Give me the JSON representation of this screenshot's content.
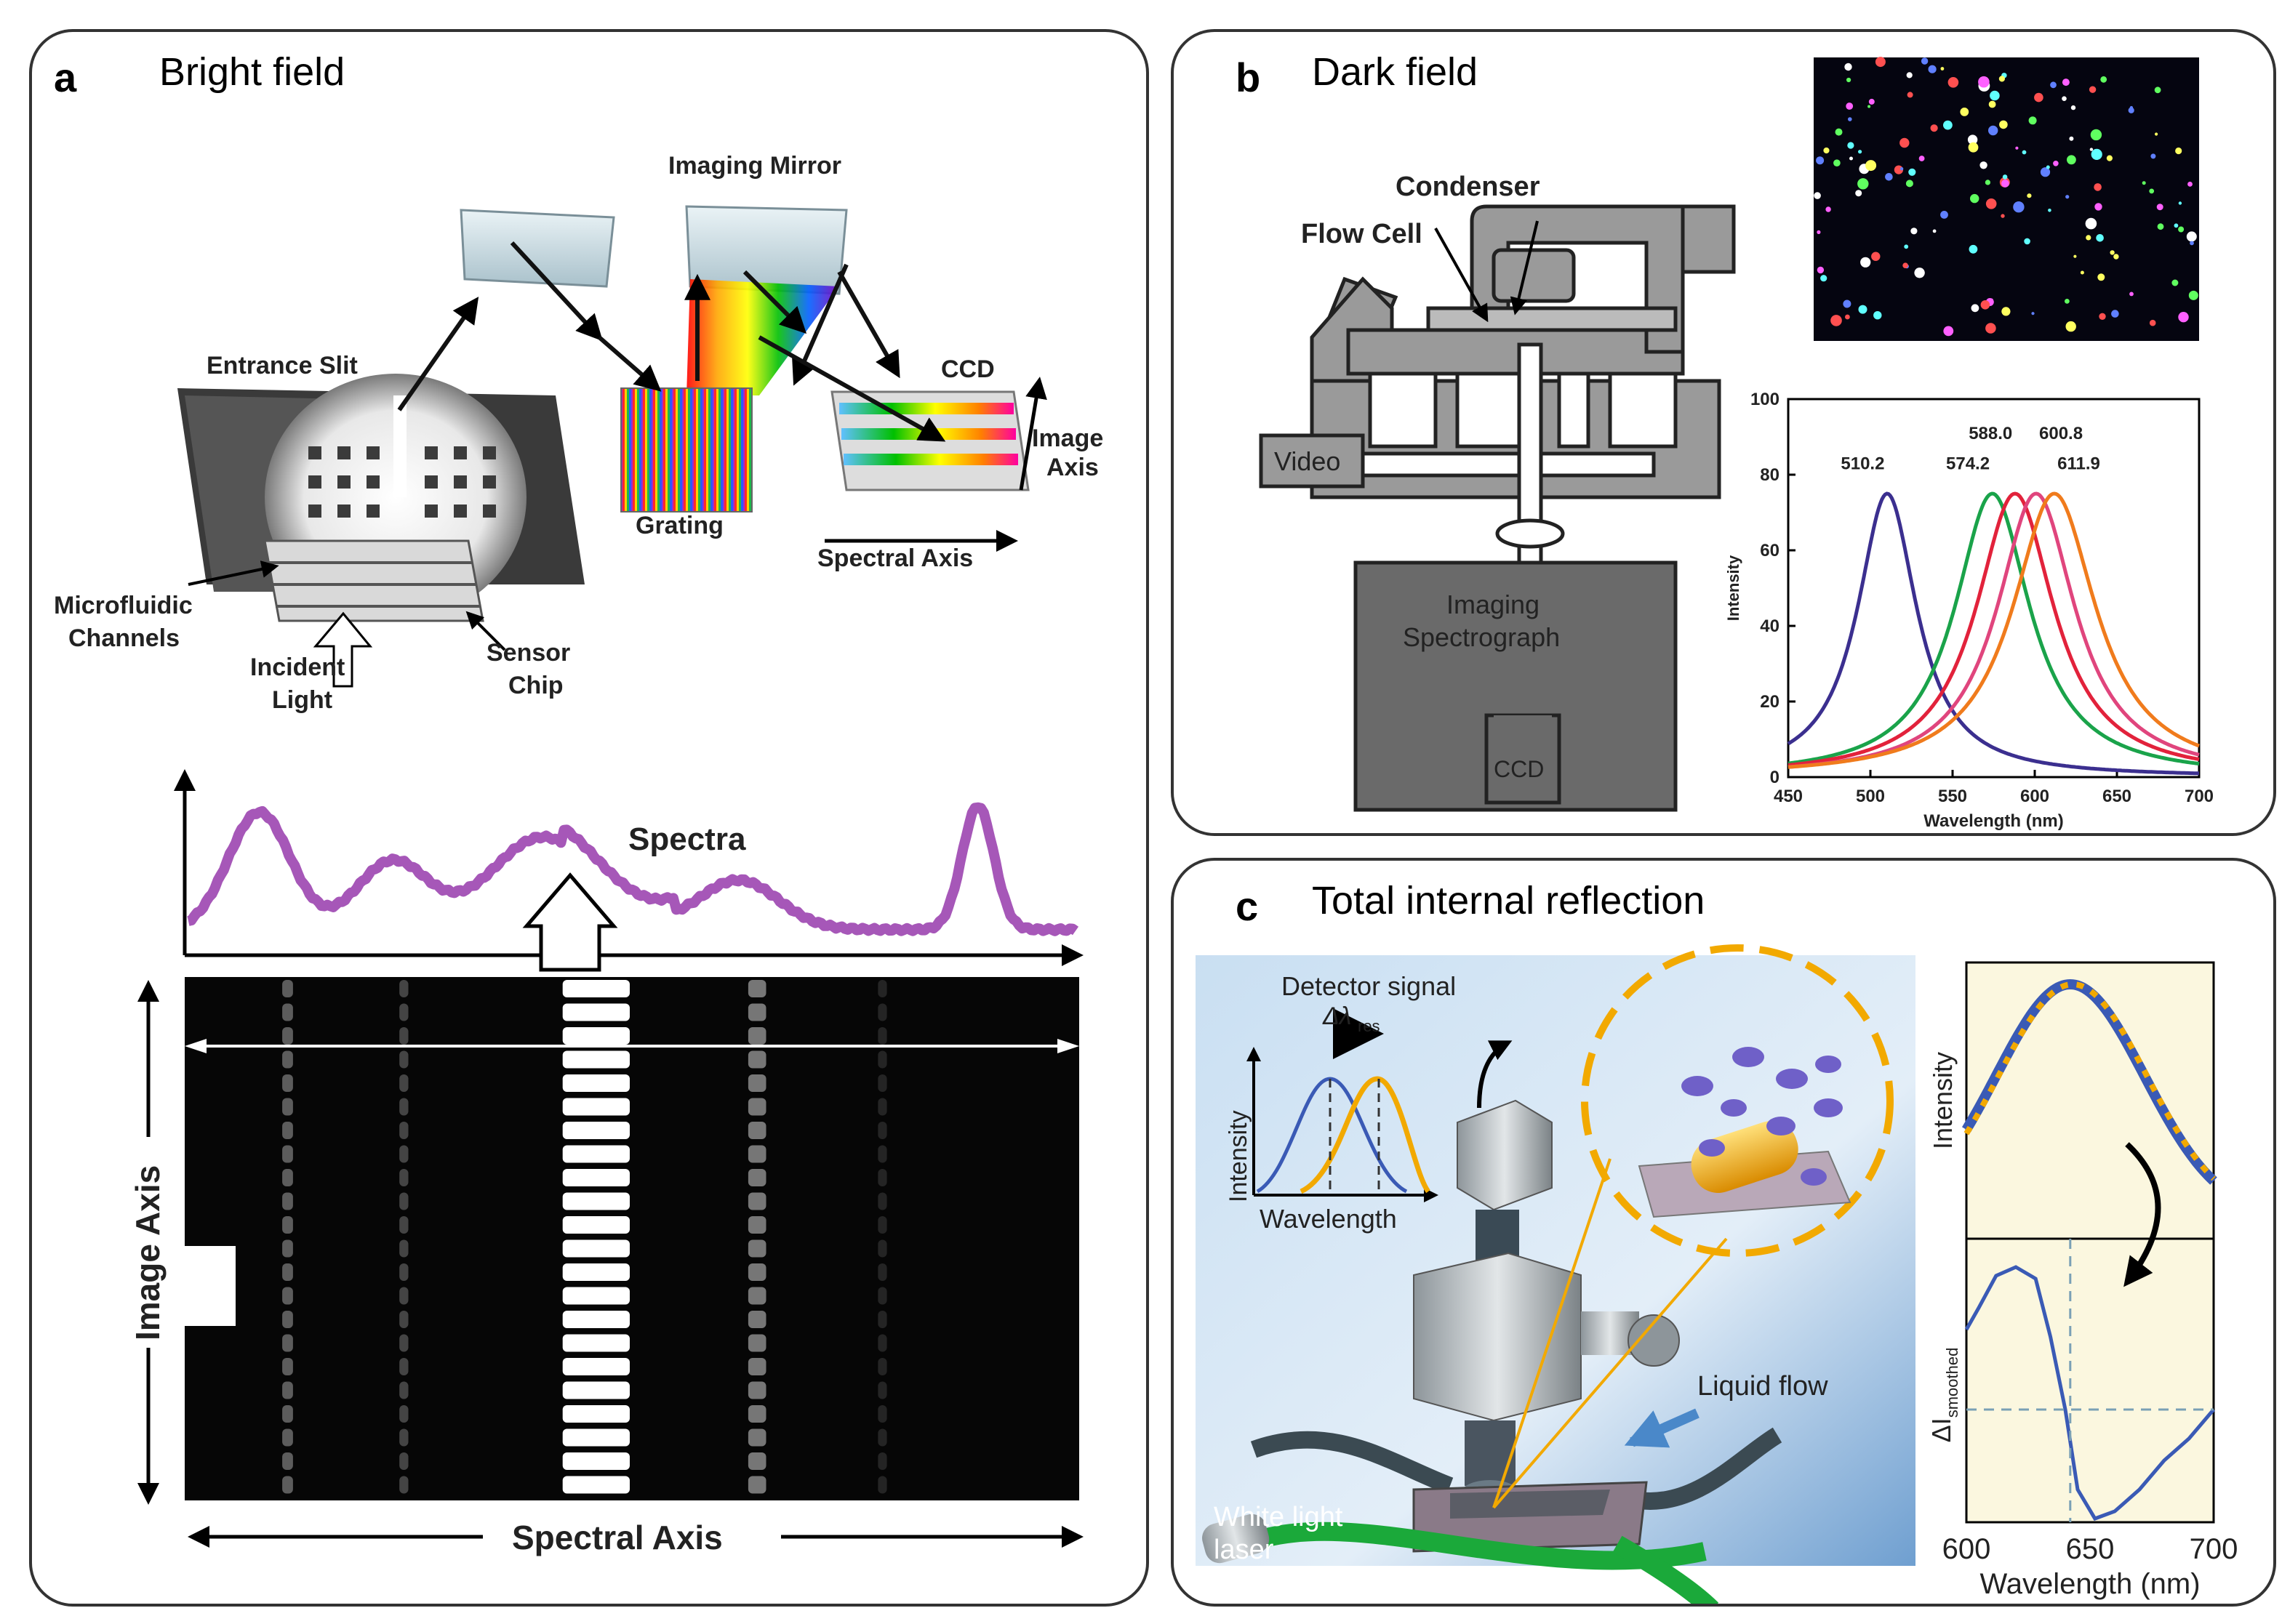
{
  "panel_a": {
    "letter": "a",
    "title": "Bright field",
    "labels": {
      "imaging_mirror": "Imaging Mirror",
      "entrance_slit": "Entrance Slit",
      "ccd": "CCD",
      "image_axis_1": "Image",
      "image_axis_2": "Axis",
      "grating": "Grating",
      "spectral_axis_top": "Spectral Axis",
      "microfluidic_1": "Microfluidic",
      "microfluidic_2": "Channels",
      "incident_1": "Incident",
      "incident_2": "Light",
      "sensor_1": "Sensor",
      "sensor_2": "Chip",
      "spectra": "Spectra",
      "image_axis_vertical": "Image Axis",
      "spectral_axis_bottom": "Spectral Axis"
    }
  },
  "panel_b": {
    "letter": "b",
    "title": "Dark field",
    "labels": {
      "condenser": "Condenser",
      "flow_cell": "Flow Cell",
      "video": "Video",
      "spectrograph_1": "Imaging",
      "spectrograph_2": "Spectrograph",
      "ccd": "CCD"
    }
  },
  "panel_c": {
    "letter": "c",
    "title": "Total internal reflection",
    "labels": {
      "detector_signal": "Detector signal",
      "delta_lambda": "Δλ",
      "delta_lambda_sub": "res",
      "intensity": "Intensity",
      "wavelength": "Wavelength",
      "liquid_flow": "Liquid flow",
      "white_light_1": "White light",
      "white_light_2": "laser"
    }
  },
  "colors": {
    "spectra": "#a657b8",
    "blue_curve": "#3a5ab5",
    "orange_curve": "#f2a900",
    "panel_c_bg": "#bcd6ee"
  },
  "chart_data": [
    {
      "id": "dark-field-spectra",
      "type": "line",
      "xlabel": "Wavelength (nm)",
      "ylabel": "Intensity",
      "xlim": [
        450,
        700
      ],
      "ylim": [
        0,
        100
      ],
      "xticks": [
        "450",
        "500",
        "550",
        "600",
        "650",
        "700"
      ],
      "yticks": [
        "0",
        "20",
        "40",
        "60",
        "80",
        "100"
      ],
      "peak_labels": [
        "510.2",
        "574.2",
        "588.0",
        "600.8",
        "611.9"
      ],
      "series": [
        {
          "peak": 510.2,
          "height": 75,
          "width": 44,
          "color": "#3b2f8f"
        },
        {
          "peak": 574.2,
          "height": 75,
          "width": 56,
          "color": "#1aa34a"
        },
        {
          "peak": 588.0,
          "height": 75,
          "width": 58,
          "color": "#e2223b"
        },
        {
          "peak": 600.8,
          "height": 75,
          "width": 58,
          "color": "#e0457d"
        },
        {
          "peak": 611.9,
          "height": 75,
          "width": 62,
          "color": "#f07b1c"
        }
      ]
    },
    {
      "id": "tir-intensity",
      "type": "scatter",
      "ylabel": "Intensity",
      "xlim": [
        600,
        700
      ],
      "peak": 642
    },
    {
      "id": "tir-difference",
      "type": "line",
      "xlabel": "Wavelength (nm)",
      "ylabel": "ΔI",
      "ylabel_sub": "smoothed",
      "xlim": [
        600,
        700
      ],
      "xticks": [
        "600",
        "650",
        "700"
      ],
      "marker_x": 642
    }
  ]
}
